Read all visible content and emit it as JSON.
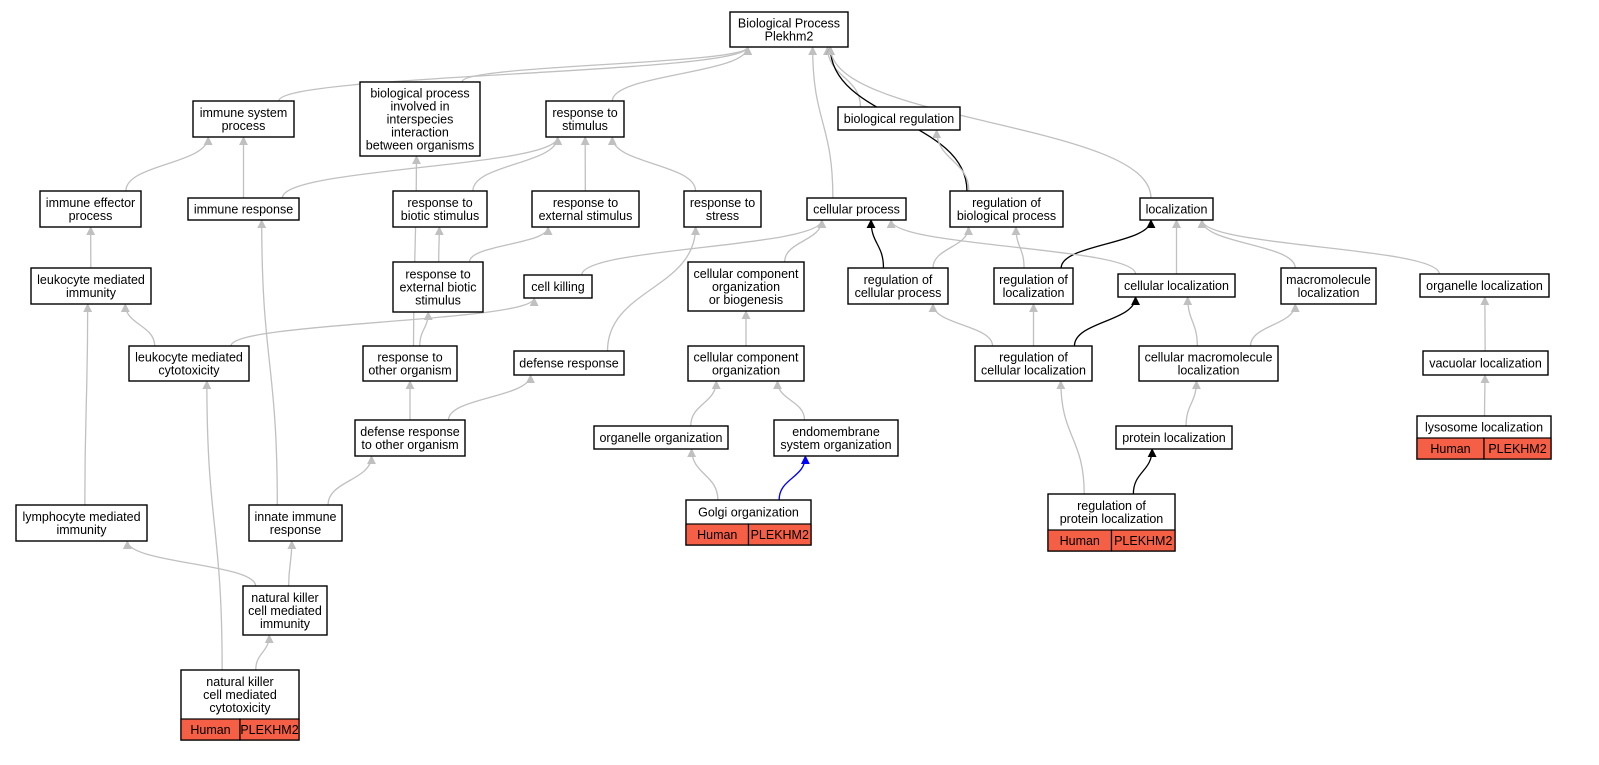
{
  "colors": {
    "edge_default": "#c0c0c0",
    "edge_strong": "#000000",
    "edge_blue": "#0000ff",
    "annotation_fill": "#f45f46"
  },
  "nodes": {
    "bp_root": {
      "lines": [
        "Biological Process",
        "Plekhm2"
      ]
    },
    "immune_system_process": {
      "lines": [
        "immune system",
        "process"
      ]
    },
    "bp_interspecies": {
      "lines": [
        "biological process",
        "involved in",
        "interspecies",
        "interaction",
        "between organisms"
      ]
    },
    "response_to_stimulus": {
      "lines": [
        "response to",
        "stimulus"
      ]
    },
    "biological_regulation": {
      "lines": [
        "biological regulation"
      ]
    },
    "immune_effector_process": {
      "lines": [
        "immune effector",
        "process"
      ]
    },
    "immune_response": {
      "lines": [
        "immune response"
      ]
    },
    "response_to_biotic_stimulus": {
      "lines": [
        "response to",
        "biotic stimulus"
      ]
    },
    "response_to_external_stimulus": {
      "lines": [
        "response to",
        "external stimulus"
      ]
    },
    "response_to_stress": {
      "lines": [
        "response to",
        "stress"
      ]
    },
    "cellular_process": {
      "lines": [
        "cellular process"
      ]
    },
    "regulation_of_biological_process": {
      "lines": [
        "regulation of",
        "biological process"
      ]
    },
    "localization": {
      "lines": [
        "localization"
      ]
    },
    "leukocyte_mediated_immunity": {
      "lines": [
        "leukocyte mediated",
        "immunity"
      ]
    },
    "response_to_external_biotic_stimulus": {
      "lines": [
        "response to",
        "external biotic",
        "stimulus"
      ]
    },
    "cell_killing": {
      "lines": [
        "cell killing"
      ]
    },
    "cellular_component_org_or_biogenesis": {
      "lines": [
        "cellular component",
        "organization",
        "or biogenesis"
      ]
    },
    "regulation_of_cellular_process": {
      "lines": [
        "regulation of",
        "cellular process"
      ]
    },
    "regulation_of_localization": {
      "lines": [
        "regulation of",
        "localization"
      ]
    },
    "cellular_localization": {
      "lines": [
        "cellular localization"
      ]
    },
    "macromolecule_localization": {
      "lines": [
        "macromolecule",
        "localization"
      ]
    },
    "organelle_localization": {
      "lines": [
        "organelle localization"
      ]
    },
    "leukocyte_mediated_cytotoxicity": {
      "lines": [
        "leukocyte mediated",
        "cytotoxicity"
      ]
    },
    "response_to_other_organism": {
      "lines": [
        "response to",
        "other organism"
      ]
    },
    "defense_response": {
      "lines": [
        "defense response"
      ]
    },
    "cellular_component_organization": {
      "lines": [
        "cellular component",
        "organization"
      ]
    },
    "regulation_of_cellular_localization": {
      "lines": [
        "regulation of",
        "cellular localization"
      ]
    },
    "cellular_macromolecule_localization": {
      "lines": [
        "cellular macromolecule",
        "localization"
      ]
    },
    "vacuolar_localization": {
      "lines": [
        "vacuolar localization"
      ]
    },
    "defense_response_to_other_organism": {
      "lines": [
        "defense response",
        "to other organism"
      ]
    },
    "organelle_organization": {
      "lines": [
        "organelle organization"
      ]
    },
    "endomembrane_system_organization": {
      "lines": [
        "endomembrane",
        "system organization"
      ]
    },
    "protein_localization": {
      "lines": [
        "protein localization"
      ]
    },
    "lysosome_localization": {
      "lines": [
        "lysosome localization"
      ],
      "tag": [
        "Human",
        "PLEKHM2"
      ]
    },
    "lymphocyte_mediated_immunity": {
      "lines": [
        "lymphocyte mediated",
        "immunity"
      ]
    },
    "innate_immune_response": {
      "lines": [
        "innate immune",
        "response"
      ]
    },
    "golgi_organization": {
      "lines": [
        "Golgi organization"
      ],
      "tag": [
        "Human",
        "PLEKHM2"
      ]
    },
    "regulation_of_protein_localization": {
      "lines": [
        "regulation of",
        "protein localization"
      ],
      "tag": [
        "Human",
        "PLEKHM2"
      ]
    },
    "nk_cell_mediated_immunity": {
      "lines": [
        "natural killer",
        "cell mediated",
        "immunity"
      ]
    },
    "nk_cell_mediated_cytotoxicity": {
      "lines": [
        "natural killer",
        "cell mediated",
        "cytotoxicity"
      ],
      "tag": [
        "Human",
        "PLEKHM2"
      ]
    }
  },
  "edges": [
    {
      "from": "immune_system_process",
      "to": "bp_root",
      "kind": "default"
    },
    {
      "from": "bp_interspecies",
      "to": "bp_root",
      "kind": "default"
    },
    {
      "from": "response_to_stimulus",
      "to": "bp_root",
      "kind": "default"
    },
    {
      "from": "biological_regulation",
      "to": "bp_root",
      "kind": "default"
    },
    {
      "from": "cellular_process",
      "to": "bp_root",
      "kind": "default"
    },
    {
      "from": "regulation_of_biological_process",
      "to": "bp_root",
      "kind": "strong"
    },
    {
      "from": "localization",
      "to": "bp_root",
      "kind": "default"
    },
    {
      "from": "immune_effector_process",
      "to": "immune_system_process",
      "kind": "default"
    },
    {
      "from": "immune_response",
      "to": "immune_system_process",
      "kind": "default"
    },
    {
      "from": "immune_response",
      "to": "response_to_stimulus",
      "kind": "default"
    },
    {
      "from": "response_to_biotic_stimulus",
      "to": "response_to_stimulus",
      "kind": "default"
    },
    {
      "from": "response_to_external_stimulus",
      "to": "response_to_stimulus",
      "kind": "default"
    },
    {
      "from": "response_to_stress",
      "to": "response_to_stimulus",
      "kind": "default"
    },
    {
      "from": "regulation_of_biological_process",
      "to": "biological_regulation",
      "kind": "default"
    },
    {
      "from": "leukocyte_mediated_immunity",
      "to": "immune_effector_process",
      "kind": "default"
    },
    {
      "from": "response_to_external_biotic_stimulus",
      "to": "response_to_biotic_stimulus",
      "kind": "default"
    },
    {
      "from": "response_to_external_biotic_stimulus",
      "to": "response_to_external_stimulus",
      "kind": "default"
    },
    {
      "from": "cell_killing",
      "to": "cellular_process",
      "kind": "default"
    },
    {
      "from": "cellular_component_org_or_biogenesis",
      "to": "cellular_process",
      "kind": "default"
    },
    {
      "from": "regulation_of_cellular_process",
      "to": "cellular_process",
      "kind": "strong"
    },
    {
      "from": "regulation_of_cellular_process",
      "to": "regulation_of_biological_process",
      "kind": "default"
    },
    {
      "from": "regulation_of_localization",
      "to": "regulation_of_biological_process",
      "kind": "default"
    },
    {
      "from": "regulation_of_localization",
      "to": "localization",
      "kind": "strong"
    },
    {
      "from": "cellular_localization",
      "to": "localization",
      "kind": "default"
    },
    {
      "from": "cellular_localization",
      "to": "cellular_process",
      "kind": "default"
    },
    {
      "from": "macromolecule_localization",
      "to": "localization",
      "kind": "default"
    },
    {
      "from": "organelle_localization",
      "to": "localization",
      "kind": "default"
    },
    {
      "from": "leukocyte_mediated_cytotoxicity",
      "to": "leukocyte_mediated_immunity",
      "kind": "default"
    },
    {
      "from": "leukocyte_mediated_cytotoxicity",
      "to": "cell_killing",
      "kind": "default"
    },
    {
      "from": "response_to_other_organism",
      "to": "response_to_external_biotic_stimulus",
      "kind": "default"
    },
    {
      "from": "response_to_other_organism",
      "to": "bp_interspecies",
      "kind": "default"
    },
    {
      "from": "defense_response",
      "to": "response_to_stress",
      "kind": "default"
    },
    {
      "from": "cellular_component_organization",
      "to": "cellular_component_org_or_biogenesis",
      "kind": "default"
    },
    {
      "from": "regulation_of_cellular_localization",
      "to": "regulation_of_cellular_process",
      "kind": "default"
    },
    {
      "from": "regulation_of_cellular_localization",
      "to": "regulation_of_localization",
      "kind": "default"
    },
    {
      "from": "regulation_of_cellular_localization",
      "to": "cellular_localization",
      "kind": "strong"
    },
    {
      "from": "cellular_macromolecule_localization",
      "to": "cellular_localization",
      "kind": "default"
    },
    {
      "from": "cellular_macromolecule_localization",
      "to": "macromolecule_localization",
      "kind": "default"
    },
    {
      "from": "vacuolar_localization",
      "to": "organelle_localization",
      "kind": "default"
    },
    {
      "from": "defense_response_to_other_organism",
      "to": "response_to_other_organism",
      "kind": "default"
    },
    {
      "from": "defense_response_to_other_organism",
      "to": "defense_response",
      "kind": "default"
    },
    {
      "from": "organelle_organization",
      "to": "cellular_component_organization",
      "kind": "default"
    },
    {
      "from": "endomembrane_system_organization",
      "to": "cellular_component_organization",
      "kind": "default"
    },
    {
      "from": "protein_localization",
      "to": "cellular_macromolecule_localization",
      "kind": "default"
    },
    {
      "from": "lysosome_localization",
      "to": "vacuolar_localization",
      "kind": "default"
    },
    {
      "from": "lymphocyte_mediated_immunity",
      "to": "leukocyte_mediated_immunity",
      "kind": "default"
    },
    {
      "from": "innate_immune_response",
      "to": "immune_response",
      "kind": "default"
    },
    {
      "from": "innate_immune_response",
      "to": "defense_response_to_other_organism",
      "kind": "default"
    },
    {
      "from": "golgi_organization",
      "to": "organelle_organization",
      "kind": "default"
    },
    {
      "from": "golgi_organization",
      "to": "endomembrane_system_organization",
      "kind": "blue"
    },
    {
      "from": "regulation_of_protein_localization",
      "to": "regulation_of_cellular_localization",
      "kind": "default"
    },
    {
      "from": "regulation_of_protein_localization",
      "to": "protein_localization",
      "kind": "strong"
    },
    {
      "from": "nk_cell_mediated_immunity",
      "to": "lymphocyte_mediated_immunity",
      "kind": "default"
    },
    {
      "from": "nk_cell_mediated_immunity",
      "to": "innate_immune_response",
      "kind": "default"
    },
    {
      "from": "nk_cell_mediated_cytotoxicity",
      "to": "nk_cell_mediated_immunity",
      "kind": "default"
    },
    {
      "from": "nk_cell_mediated_cytotoxicity",
      "to": "leukocyte_mediated_cytotoxicity",
      "kind": "default"
    }
  ]
}
